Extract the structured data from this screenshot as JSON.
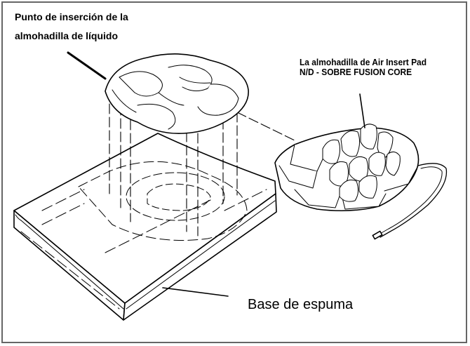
{
  "labels": {
    "liquid_pad_line1": "Punto de  inserción de la",
    "liquid_pad_line2": "almohadilla de líquido",
    "air_pad_line1": "La almohadilla de Air Insert Pad",
    "air_pad_line2": "N/D - SOBRE FUSION CORE",
    "foam_base": "Base de espuma"
  },
  "colors": {
    "border": "#666666",
    "line": "#000000",
    "background": "#ffffff"
  }
}
